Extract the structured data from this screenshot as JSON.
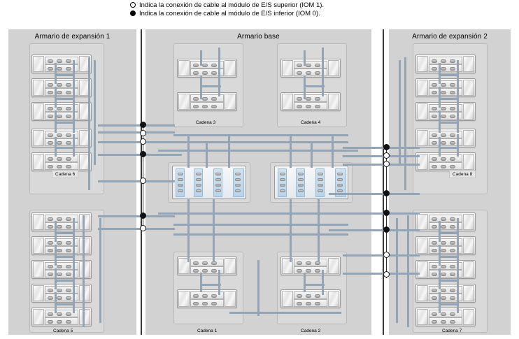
{
  "legend": {
    "open_marker_text": "Indica la conexión de cable al módulo de E/S superior (IOM 1).",
    "filled_marker_text": "Indica la conexión de cable al módulo de E/S inferior (IOM 0).",
    "open_marker_icon": "open-circle-icon",
    "filled_marker_icon": "filled-circle-icon"
  },
  "panels": {
    "left": {
      "title": "Armario de expansión 1"
    },
    "base": {
      "title": "Armario base"
    },
    "right": {
      "title": "Armario de expansión 2"
    }
  },
  "chains": {
    "chain1": "Cadena 1",
    "chain2": "Cadena 2",
    "chain3": "Cadena 3",
    "chain4": "Cadena 4",
    "chain5": "Cadena 5",
    "chain6": "Cadena 6",
    "chain7": "Cadena 7",
    "chain8": "Cadena 8"
  },
  "colors": {
    "panel_background": "#d2d2d2",
    "page_background": "#ffffff",
    "cable": "#93a5b5",
    "bus_line": "#2c2c2c",
    "hba_card": "#c4dcef",
    "shelf_body": "#e9e9e9",
    "marker_outline": "#111111"
  },
  "diagram": {
    "type": "cabling-topology",
    "shelf_count_left": 10,
    "shelf_count_base": 8,
    "shelf_count_right": 10,
    "controller_count": 2,
    "iom_rows_per_shelf": 2,
    "ports_per_iom": 3
  }
}
